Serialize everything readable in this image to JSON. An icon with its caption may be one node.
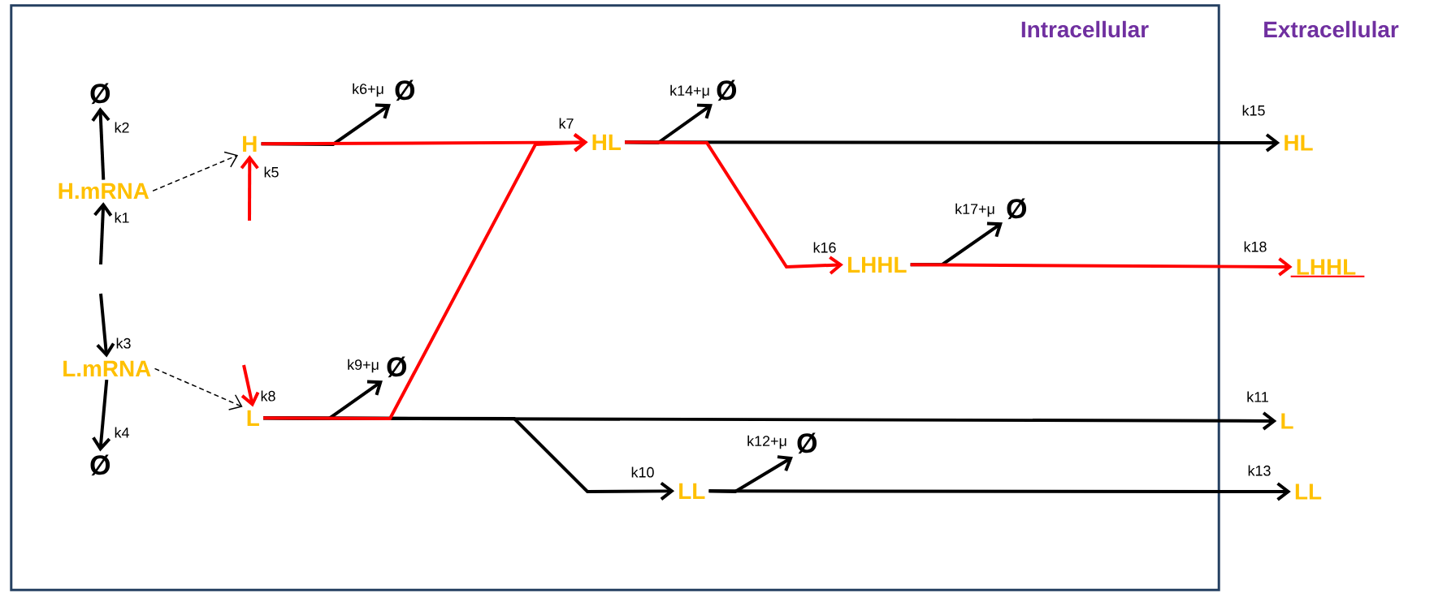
{
  "diagram": {
    "nodes": [
      {
        "text": [
          "Intracellular"
        ]
      },
      {
        "text": [
          "Ø"
        ],
        "in": 0
      },
      {
        "text": [
          "H.mRNA"
        ],
        "in": 0
      },
      {
        "text": [
          "L.mRNA"
        ],
        "in": 0
      },
      {
        "text": [
          "Ø"
        ],
        "in": 0
      },
      {
        "text": [
          "H"
        ],
        "in": 0
      },
      {
        "text": [
          "L"
        ],
        "in": 0
      },
      {
        "text": [
          "Ø"
        ],
        "in": 0
      },
      {
        "text": [
          "HL"
        ],
        "in": 0
      },
      {
        "text": [
          "Ø"
        ],
        "in": 0
      },
      {
        "text": [
          "LHHL"
        ],
        "in": 0
      },
      {
        "text": [
          "Ø"
        ],
        "in": 0
      },
      {
        "text": [
          "Ø"
        ],
        "in": 0
      },
      {
        "text": [
          "LL"
        ],
        "in": 0
      },
      {
        "text": [
          "Ø"
        ],
        "in": 0
      },
      {
        "text": [
          "HL"
        ]
      },
      {
        "text": [
          "LHHL"
        ]
      },
      {
        "text": [
          "L"
        ]
      },
      {
        "text": [
          "LL"
        ]
      }
    ],
    "edges": [
      {
        "from": 2,
        "to": 1,
        "arrow": "to",
        "label": "k2"
      },
      {
        "from": null,
        "to": 2,
        "arrow": "to",
        "label": "k1"
      },
      {
        "from": null,
        "to": 3,
        "arrow": "to",
        "label": "k3"
      },
      {
        "from": 3,
        "to": 4,
        "arrow": "to",
        "label": "k4"
      },
      {
        "from": 2,
        "to": 5,
        "arrow": "to",
        "style": "dashed"
      },
      {
        "from": null,
        "to": 5,
        "arrow": "to",
        "label": "k5",
        "color": "#ff0000"
      },
      {
        "from": 3,
        "to": 6,
        "arrow": "to",
        "style": "dashed"
      },
      {
        "from": null,
        "to": 6,
        "arrow": "to",
        "label": "k8",
        "color": "#ff0000"
      },
      {
        "from": 5,
        "to": 7,
        "arrow": "to",
        "label": "k6+μ"
      },
      {
        "from": 5,
        "to": 8,
        "arrow": "to",
        "label": "k7",
        "color": "#ff0000"
      },
      {
        "from": 6,
        "to": 8,
        "arrow": "to",
        "color": "#ff0000"
      },
      {
        "from": 6,
        "to": 12,
        "arrow": "to",
        "label": "k9+μ"
      },
      {
        "from": 8,
        "to": 9,
        "arrow": "to",
        "label": "k14+μ"
      },
      {
        "from": 8,
        "to": 15,
        "arrow": "to",
        "label": "k15"
      },
      {
        "from": 8,
        "to": 10,
        "arrow": "to",
        "label": "k16",
        "color": "#ff0000"
      },
      {
        "from": 10,
        "to": 11,
        "arrow": "to",
        "label": "k17+μ"
      },
      {
        "from": 10,
        "to": 16,
        "arrow": "to",
        "label": "k18",
        "color": "#ff0000"
      },
      {
        "from": 6,
        "to": 17,
        "arrow": "to",
        "label": "k11"
      },
      {
        "from": 6,
        "to": 13,
        "arrow": "to",
        "label": "k10"
      },
      {
        "from": 13,
        "to": 14,
        "arrow": "to",
        "label": "k12+μ"
      },
      {
        "from": 13,
        "to": 18,
        "arrow": "to",
        "label": "k13"
      }
    ],
    "labels": [
      "Extracellular"
    ]
  }
}
